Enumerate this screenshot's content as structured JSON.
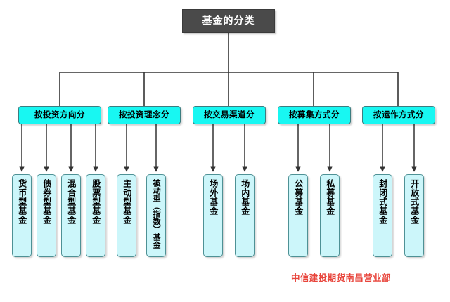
{
  "diagram": {
    "type": "organizational-tree",
    "title_box": {
      "label": "基金的分类",
      "fill": "#4a4a4a",
      "text_color": "#ffffff"
    },
    "colors": {
      "category_fill": "#18f7f2",
      "leaf_fill": "#ccf6fa",
      "line": "#333333",
      "watermark": "#e8453c"
    },
    "categories": [
      {
        "label": "按投资方向分",
        "children": [
          {
            "label": "货币型基金"
          },
          {
            "label": "债券型基金"
          },
          {
            "label": "混合型基金"
          },
          {
            "label": "股票型基金"
          }
        ]
      },
      {
        "label": "按投资理念分",
        "children": [
          {
            "label": "主动型基金"
          },
          {
            "label": "被动型（指数）基金"
          }
        ]
      },
      {
        "label": "按交易渠道分",
        "children": [
          {
            "label": "场外基金"
          },
          {
            "label": "场内基金"
          }
        ]
      },
      {
        "label": "按募集方式分",
        "children": [
          {
            "label": "公募基金"
          },
          {
            "label": "私募基金"
          }
        ]
      },
      {
        "label": "按运作方式分",
        "children": [
          {
            "label": "封闭式基金"
          },
          {
            "label": "开放式基金"
          }
        ]
      }
    ],
    "footer": {
      "watermark": "中信建投期货南昌营业部"
    }
  }
}
